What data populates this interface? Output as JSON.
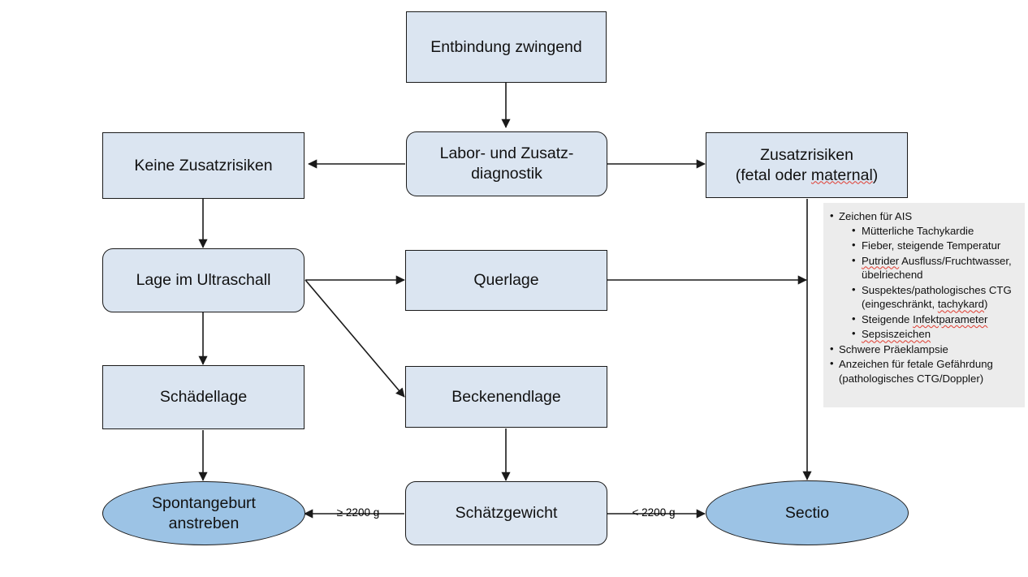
{
  "diagram": {
    "title": "Entbindung zwingend Flowchart",
    "colors": {
      "box_fill": "#dbe5f1",
      "ellipse_fill": "#9cc3e5",
      "border": "#1a1a1a",
      "notes_background": "#ececec",
      "spellcheck_underline": "#e03b2f"
    },
    "nodes": {
      "entbindung": "Entbindung zwingend",
      "keine_zusatzrisiken": "Keine Zusatzrisiken",
      "labor_line1": "Labor- und Zusatz-",
      "labor_line2": "diagnostik",
      "zusatzrisiken_line1": "Zusatzrisiken",
      "zusatzrisiken_line2_pre": "(fetal oder ",
      "zusatzrisiken_line2_sq": "maternal",
      "zusatzrisiken_line2_post": ")",
      "lage_ultraschall": "Lage im Ultraschall",
      "querlage": "Querlage",
      "schaedellage": "Schädellage",
      "beckenendlage": "Beckenendlage",
      "spontangeburt_line1": "Spontangeburt",
      "spontangeburt_line2": "anstreben",
      "schaetzgewicht": "Schätzgewicht",
      "sectio": "Sectio"
    },
    "edge_labels": {
      "weight_ge": "≥ 2200 g",
      "weight_lt": "< 2200 g"
    },
    "notes": {
      "items": [
        {
          "text": "Zeichen für AIS",
          "sub": [
            {
              "text": "Mütterliche Tachykardie"
            },
            {
              "text": "Fieber, steigende Temperatur"
            },
            {
              "pre": "",
              "sq": "Putrider",
              "post": " Ausfluss/Fruchtwasser, übelriechend"
            },
            {
              "pre": "Suspektes/pathologisches CTG (eingeschränkt, ",
              "sq": "tachykard",
              "post": ")"
            },
            {
              "pre": "Steigende ",
              "sq": "Infektparameter",
              "post": ""
            },
            {
              "pre": "",
              "sq": "Sepsiszeichen",
              "post": ""
            }
          ]
        },
        {
          "text": "Schwere Präeklampsie"
        },
        {
          "text": "Anzeichen für fetale Gefährdung (pathologisches CTG/Doppler)"
        }
      ]
    }
  }
}
